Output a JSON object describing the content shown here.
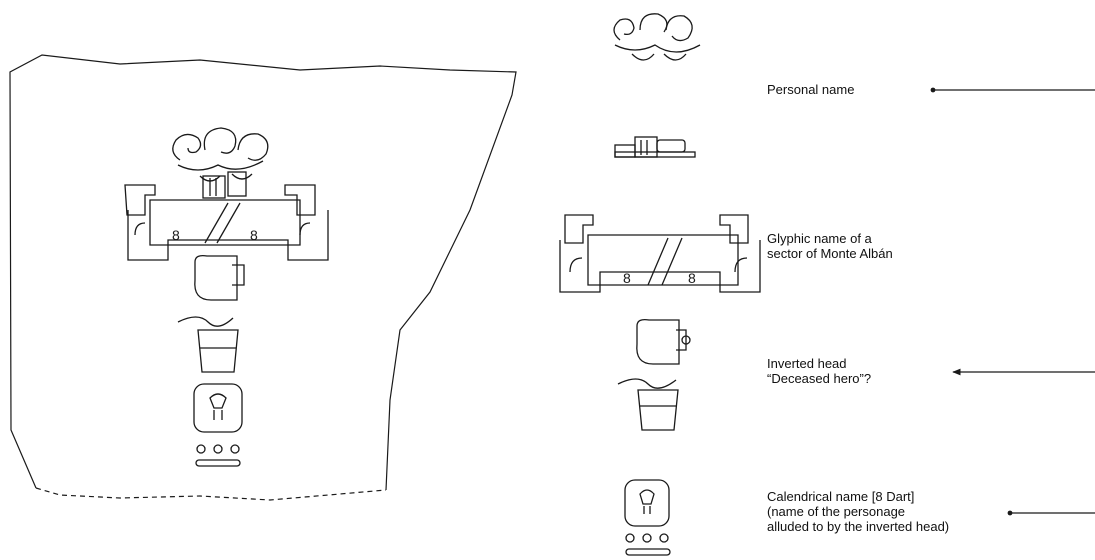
{
  "labels": {
    "personal_name": [
      "Personal name"
    ],
    "sector_name": [
      "Glyphic name of a",
      "sector of Monte Albán"
    ],
    "inverted_head": [
      "Inverted head",
      "“Deceased hero”?"
    ],
    "calendrical_name": [
      "Calendrical name [8 Dart]",
      "(name of the personage",
      "alluded to by the inverted head)"
    ]
  },
  "glyphs": {
    "numeral": "8"
  },
  "colors": {
    "ink": "#1a1a1a",
    "background": "#ffffff"
  }
}
